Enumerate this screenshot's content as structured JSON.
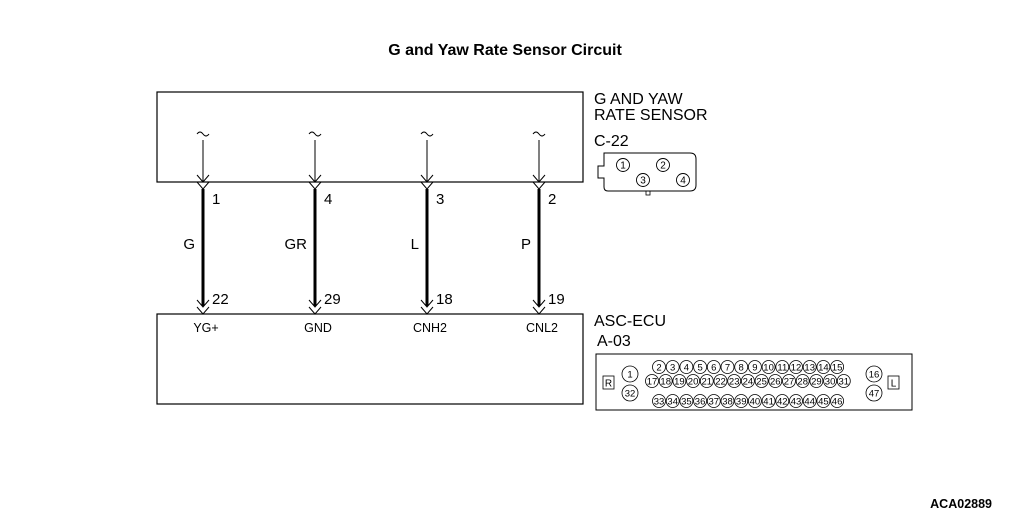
{
  "title": "G and Yaw Rate Sensor Circuit",
  "sensor": {
    "name_line1": "G AND YAW",
    "name_line2": "RATE SENSOR",
    "connector": "C-22",
    "connector_pins": [
      "1",
      "2",
      "3",
      "4"
    ]
  },
  "ecu": {
    "name": "ASC-ECU",
    "connector": "A-03",
    "side_left": "R",
    "side_right": "L",
    "connector_pins": {
      "left": [
        "1",
        "32"
      ],
      "top": [
        "2",
        "3",
        "4",
        "5",
        "6",
        "7",
        "8",
        "9",
        "10",
        "11",
        "12",
        "13",
        "14",
        "15"
      ],
      "middle": [
        "17",
        "18",
        "19",
        "20",
        "21",
        "22",
        "23",
        "24",
        "25",
        "26",
        "27",
        "28",
        "29",
        "30",
        "31"
      ],
      "bottom": [
        "33",
        "34",
        "35",
        "36",
        "37",
        "38",
        "39",
        "40",
        "41",
        "42",
        "43",
        "44",
        "45",
        "46"
      ],
      "right": [
        "16",
        "47"
      ]
    }
  },
  "wires": [
    {
      "color": "G",
      "sensor_pin": "1",
      "ecu_pin": "22",
      "signal": "YG+"
    },
    {
      "color": "GR",
      "sensor_pin": "4",
      "ecu_pin": "29",
      "signal": "GND"
    },
    {
      "color": "L",
      "sensor_pin": "3",
      "ecu_pin": "18",
      "signal": "CNH2"
    },
    {
      "color": "P",
      "sensor_pin": "2",
      "ecu_pin": "19",
      "signal": "CNL2"
    }
  ],
  "figure_id": "ACA02889"
}
